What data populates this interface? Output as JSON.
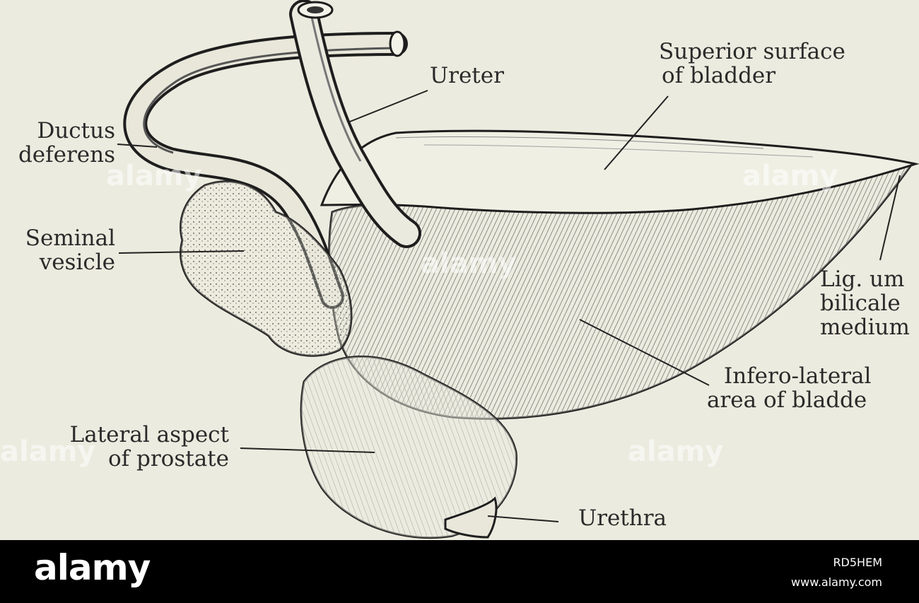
{
  "labels": {
    "ureter": "Ureter",
    "superior_surface": [
      "Superior surface",
      "of bladder"
    ],
    "ductus_deferens": [
      "Ductus",
      "deferens"
    ],
    "seminal_vesicle": [
      "Seminal",
      "vesicle"
    ],
    "lig_umbilicale": [
      "Lig. um",
      "bilicale",
      "medium"
    ],
    "infero_lateral": [
      "Infero-lateral",
      "area of bladde"
    ],
    "lateral_prostate": [
      "Lateral aspect",
      "of prostate"
    ],
    "urethra": "Urethra"
  },
  "watermark": "alamy",
  "footer": {
    "logo": "alamy",
    "image_id": "RD5HEM",
    "site": "www.alamy.com"
  },
  "colors": {
    "paper": "#ecebdf",
    "ink": "#2a2a2a",
    "footer_bg": "#000000",
    "footer_text": "#ffffff"
  }
}
